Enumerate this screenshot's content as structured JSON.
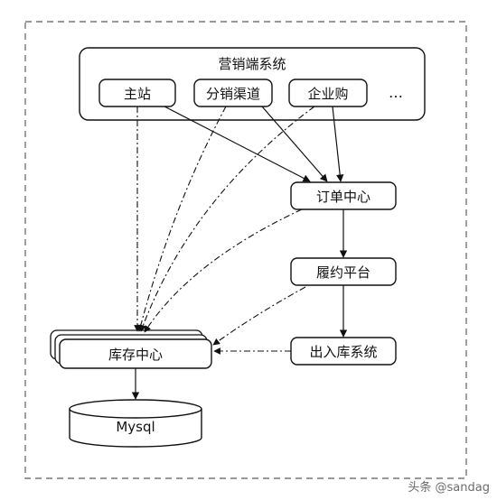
{
  "diagram": {
    "marketing_system": "营销端系统",
    "channels": {
      "main_site": "主站",
      "distribution": "分销渠道",
      "enterprise": "企业购",
      "more": "…"
    },
    "order_center": "订单中心",
    "fulfillment": "履约平台",
    "in_out_stock": "出入库系统",
    "inventory_center": "库存中心",
    "database": "Mysql"
  },
  "watermark": "头条 @sandag"
}
